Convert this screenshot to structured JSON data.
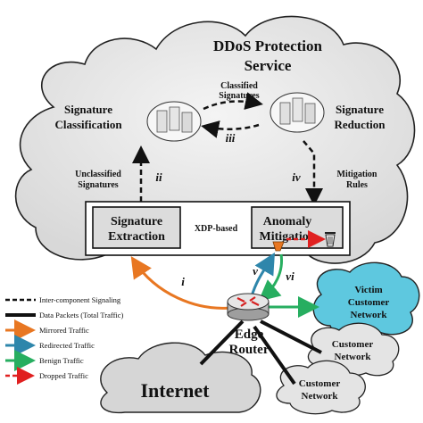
{
  "title_line1": "DDoS Protection",
  "title_line2": "Service",
  "signature_classification": [
    "Signature",
    "Classification"
  ],
  "signature_reduction": [
    "Signature",
    "Reduction"
  ],
  "classified_signatures": [
    "Classified",
    "Signatures"
  ],
  "unclassified_signatures": [
    "Unclassified",
    "Signatures"
  ],
  "mitigation_rules": [
    "Mitigation",
    "Rules"
  ],
  "signature_extraction": [
    "Signature",
    "Extraction"
  ],
  "anomaly_mitigation": [
    "Anomaly",
    "Mitigation"
  ],
  "xdp_based": "XDP-based",
  "roman": {
    "i": "i",
    "ii": "ii",
    "iii": "iii",
    "iv": "iv",
    "v": "v",
    "vi": "vi"
  },
  "edge_router": [
    "Edge",
    "Router"
  ],
  "internet": "Internet",
  "victim_network": [
    "Victim",
    "Customer",
    "Network"
  ],
  "customer_network_1": [
    "Customer",
    "Network"
  ],
  "customer_network_2": [
    "Customer",
    "Network"
  ],
  "legend": [
    {
      "label": "Inter-component Signaling",
      "style": "dashed",
      "color": "#111111"
    },
    {
      "label": "Data Packets (Total Traffic)",
      "style": "solid",
      "color": "#111111"
    },
    {
      "label": "Mirrored Traffic",
      "style": "arrow",
      "color": "#e87722"
    },
    {
      "label": "Redirected Traffic",
      "style": "arrow",
      "color": "#2e86ab"
    },
    {
      "label": "Benign Traffic",
      "style": "arrow",
      "color": "#27ae60"
    },
    {
      "label": "Dropped Traffic",
      "style": "dashed-arrow",
      "color": "#e02020"
    }
  ],
  "colors": {
    "cloud_fill": "#e9e9e9",
    "victim_fill": "#5ec8df",
    "box_fill": "#dcdcdc",
    "mirrored": "#e87722",
    "redirected": "#2e86ab",
    "benign": "#27ae60",
    "dropped": "#e02020"
  }
}
